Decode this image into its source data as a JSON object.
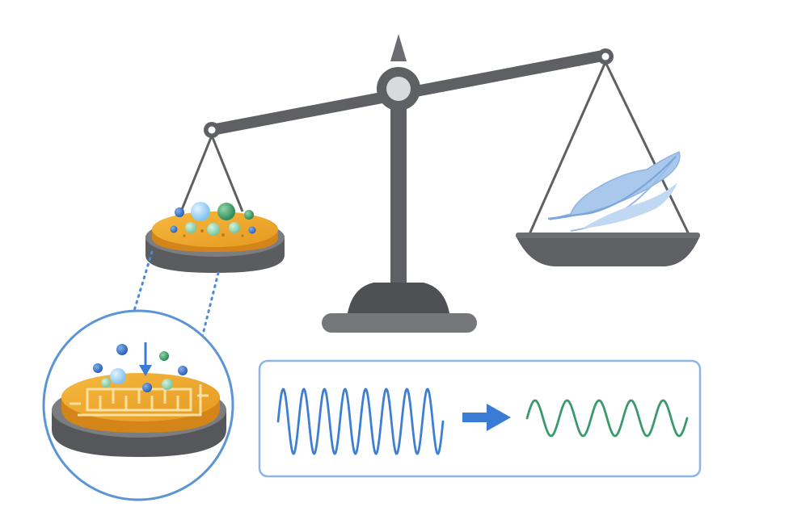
{
  "diagram": {
    "colors": {
      "scale_gray": "#5f6063",
      "scale_dark": "#48494c",
      "scale_light": "#9a9b9e",
      "gold": "#f0a52c",
      "gold_edge": "#d4851a",
      "blue_wave": "#3f7fd1",
      "green_wave": "#3a9a6c",
      "frame_blue": "#5b95d6",
      "feather": "#a9c8ec",
      "arrow_blue": "#3a7bd5"
    },
    "icons": {
      "scale": "balance-scale-icon",
      "feather": "feather-icon",
      "sensor": "qcm-sensor-disc-icon",
      "magnifier": "magnified-view-icon",
      "arrow": "right-arrow-icon",
      "down_arrow": "down-arrow-icon"
    },
    "waves": {
      "before_cycles": 8,
      "after_cycles": 5,
      "before_amplitude": 1.0,
      "after_amplitude": 0.55
    }
  }
}
